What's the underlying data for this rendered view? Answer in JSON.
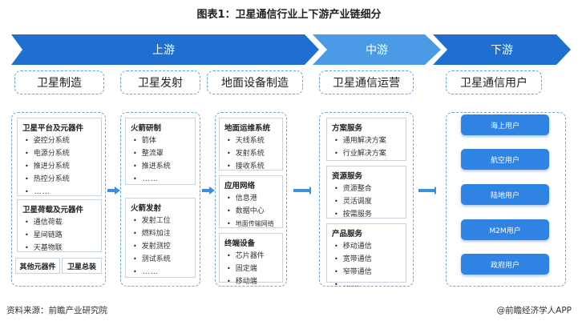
{
  "title": "图表1：卫星通信行业上下游产业链细分",
  "banner": {
    "upstream": "上游",
    "midstream": "中游",
    "downstream": "下游",
    "color_dark": "#1f6fd1",
    "color_light": "#4a9ae6"
  },
  "categories": {
    "satellite_manufacturing": "卫星制造",
    "satellite_launch": "卫星发射",
    "ground_equipment": "地面设备制造",
    "operation": "卫星通信运营",
    "users": "卫星通信用户"
  },
  "manufacturing": {
    "platform": {
      "head": "卫星平台及元器件",
      "items": [
        "姿控分系统",
        "电源分系统",
        "推进分系统",
        "热控分系统",
        "……"
      ]
    },
    "payload": {
      "head": "卫星荷载及元器件",
      "items": [
        "通信荷载",
        "星间链路",
        "天基物联"
      ]
    },
    "other": "其他元器件",
    "assembly": "卫星总装"
  },
  "launch": {
    "rocket_dev": {
      "head": "火箭研制",
      "items": [
        "箭体",
        "整流罩",
        "推进系统",
        "……"
      ]
    },
    "rocket_launch": {
      "head": "火箭发射",
      "items": [
        "发射工位",
        "燃料加注",
        "发射测控",
        "测试系统",
        "……"
      ]
    }
  },
  "ground": {
    "station": {
      "head": "地面运维系统",
      "items": [
        "天线系统",
        "发射系统",
        "接收系统"
      ]
    },
    "network": {
      "head": "应用网络",
      "items": [
        "信息港",
        "数据中心",
        "地面传输网络"
      ]
    },
    "terminal": {
      "head": "终端设备",
      "items": [
        "芯片器件",
        "固定端",
        "移动端"
      ]
    }
  },
  "operation": {
    "solutions": {
      "head": "方案服务",
      "items": [
        "通用解决方案",
        "行业解决方案"
      ]
    },
    "resources": {
      "head": "资源服务",
      "items": [
        "资源整合",
        "灵活调度",
        "按需服务"
      ]
    },
    "products": {
      "head": "产品服务",
      "items": [
        "移动通信",
        "宽带通信",
        "窄带通信",
        "……"
      ]
    }
  },
  "users": [
    "海上用户",
    "航空用户",
    "陆地用户",
    "M2M用户",
    "政府用户"
  ],
  "footer": {
    "source": "资料来源：前瞻产业研究院",
    "brand": "@前瞻经济学人APP"
  }
}
